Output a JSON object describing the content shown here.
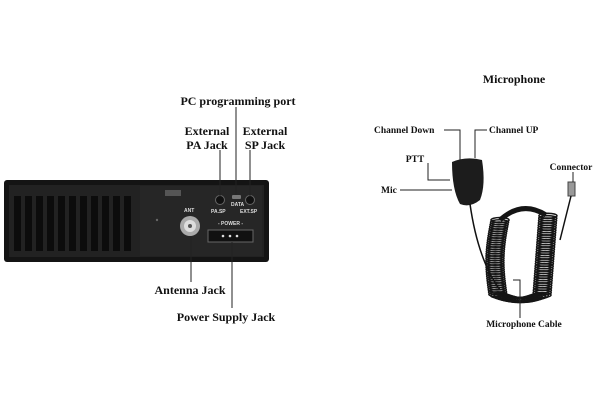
{
  "radio": {
    "labels": {
      "pc_port": "PC programming port",
      "ext_pa_1": "External",
      "ext_pa_2": "PA Jack",
      "ext_sp_1": "External",
      "ext_sp_2": "SP Jack",
      "antenna": "Antenna Jack",
      "power": "Power Supply Jack"
    },
    "panel_markings": {
      "ant": "ANT",
      "data": "DATA",
      "pa_sp": "PA.SP",
      "ext_sp": "EXT.SP",
      "power": "- POWER -"
    }
  },
  "microphone": {
    "title": "Microphone",
    "labels": {
      "channel_down": "Channel Down",
      "channel_up": "Channel UP",
      "ptt": "PTT",
      "mic": "Mic",
      "connector": "Connector",
      "cable": "Microphone Cable"
    }
  },
  "colors": {
    "device": "#1a1a1a",
    "text": "#111111"
  }
}
